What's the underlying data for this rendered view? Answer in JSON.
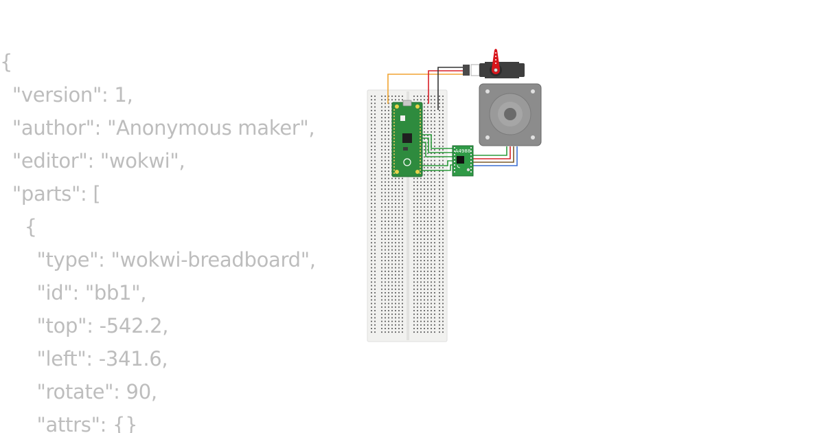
{
  "code_lines": [
    "{",
    "  \"version\": 1,",
    "  \"author\": \"Anonymous maker\",",
    "  \"editor\": \"wokwi\",",
    "  \"parts\": [",
    "    {",
    "      \"type\": \"wokwi-breadboard\",",
    "      \"id\": \"bb1\",",
    "      \"top\": -542.2,",
    "      \"left\": -341.6,",
    "      \"rotate\": 90,",
    "      \"attrs\": {}"
  ],
  "diagram": {
    "driver_label": "A4988",
    "components": [
      "breadboard-icon",
      "raspberry-pi-pico-icon",
      "a4988-driver-icon",
      "servo-icon",
      "stepper-motor-icon"
    ],
    "colors": {
      "code_text": "#bdbdbd",
      "breadboard": "#f1f1ef",
      "pico_board": "#2e8b3e",
      "driver_board": "#2f9a46",
      "servo_body": "#3e3e3e",
      "servo_horn": "#d9151b",
      "stepper_body": "#8c8c8c",
      "wire_orange": "#f0a430",
      "wire_red": "#d81f26",
      "wire_black": "#333333",
      "wire_green": "#2a9a3a"
    }
  }
}
